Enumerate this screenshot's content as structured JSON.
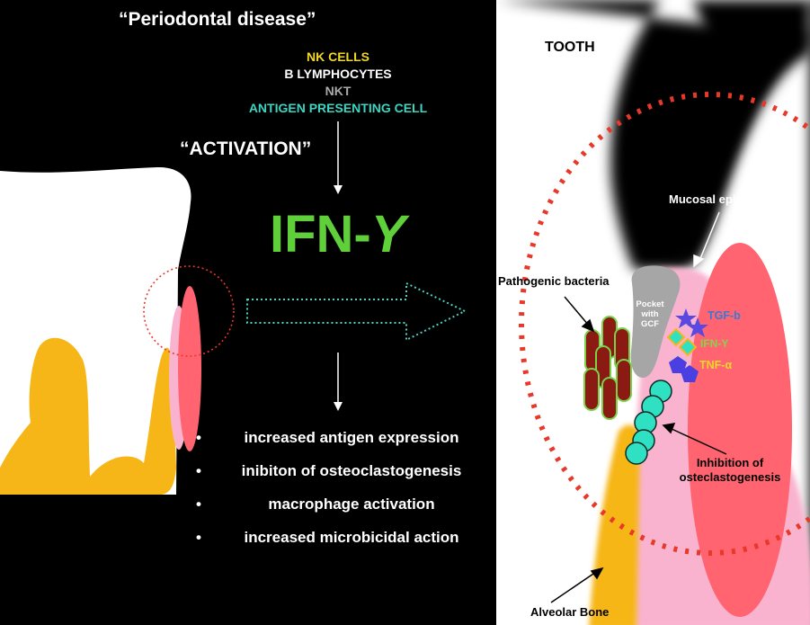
{
  "left": {
    "title": "“Periodontal disease”",
    "cells": [
      {
        "label": "NK CELLS",
        "color": "#f1d72a"
      },
      {
        "label": "B LYMPHOCYTES",
        "color": "#ffffff"
      },
      {
        "label": "NKT",
        "color": "#aaaaaa"
      },
      {
        "label": "ANTIGEN PRESENTING CELL",
        "color": "#3bd6c3"
      }
    ],
    "activation": "“ACTIVATION”",
    "cytokine": {
      "prefix": "IFN-",
      "symbol": "Y",
      "color": "#5fcf3a"
    },
    "effects": [
      "increased antigen expression",
      "inibiton of osteoclastogenesis",
      "macrophage activation",
      "increased microbicidal action"
    ],
    "bullet": "•"
  },
  "right": {
    "tooth": "TOOTH",
    "mucosal_epithelium": "Mucosal epithelium",
    "pathogenic_bacteria": "Pathogenic bacteria",
    "pocket": [
      "Pocket",
      "with",
      "GCF"
    ],
    "tgf": {
      "label": "TGF-b",
      "color": "#3a78d6"
    },
    "ifn": {
      "label": "IFN-Y",
      "color": "#8bd14a"
    },
    "tnf": {
      "label": "TNF-α",
      "color": "#f1d72a"
    },
    "inhibition": [
      "Inhibition of",
      "osteclastogenesis"
    ],
    "alveolar_bone": "Alveolar Bone"
  },
  "colors": {
    "bone": "#f6b617",
    "gingiva_red": "#ff6470",
    "gingiva_pink": "#f9b3cf",
    "bacteria": "#8a1a12",
    "bacteria_outline": "#79d24a",
    "teal": "#2fe0c3",
    "pocket_gray": "#a6a6a6",
    "dotted_red": "#e8382a",
    "arrow_teal": "#4fd1c0"
  }
}
